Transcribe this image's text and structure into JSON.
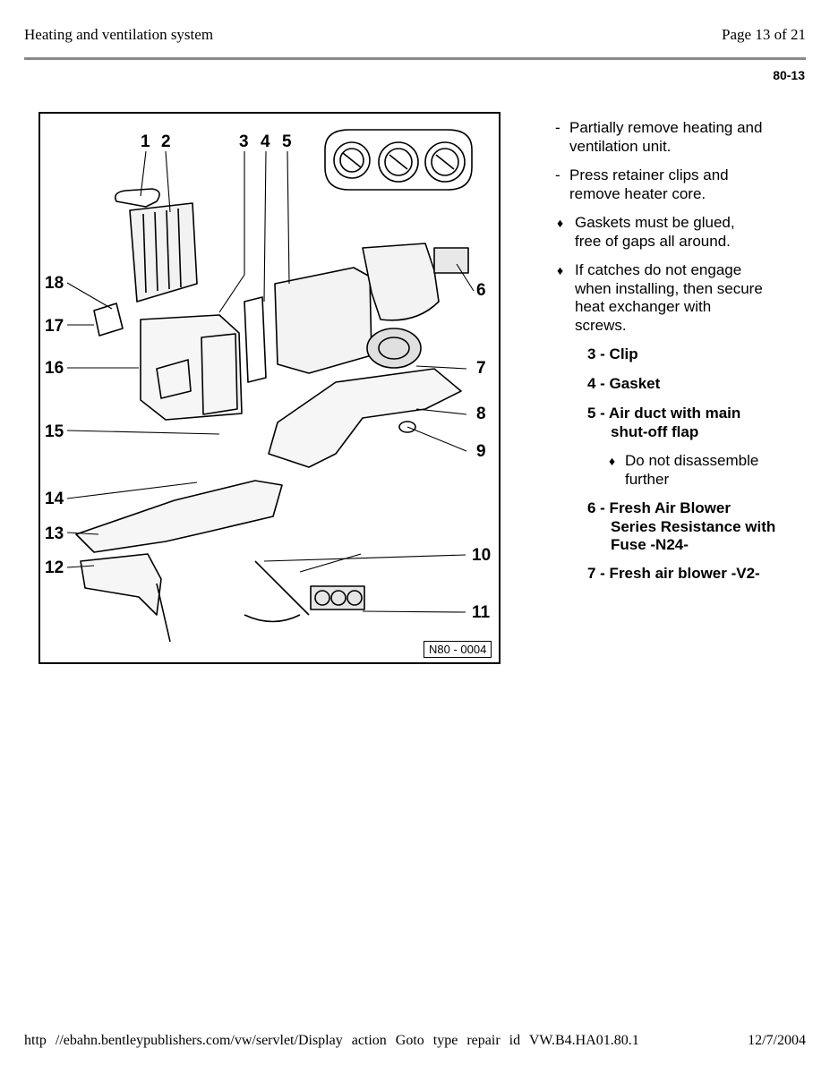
{
  "header": {
    "title": "Heating and ventilation system",
    "page": "Page 13 of 21",
    "section_code": "80-13"
  },
  "figure": {
    "code": "N80 - 0004",
    "callouts": [
      "1",
      "2",
      "3",
      "4",
      "5",
      "6",
      "7",
      "8",
      "9",
      "10",
      "11",
      "12",
      "13",
      "14",
      "15",
      "16",
      "17",
      "18"
    ]
  },
  "notes": {
    "n1_mark": "-",
    "n1_line1": "Partially remove heating and",
    "n1_line2": "ventilation unit.",
    "n2_mark": "-",
    "n2_line1": "Press retainer clips and",
    "n2_line2": "remove heater core.",
    "n3_mark": "♦",
    "n3_line1": "Gaskets must be glued,",
    "n3_line2": "free of gaps all around.",
    "n4_mark": "♦",
    "n4_line1": "If catches do not engage",
    "n4_line2": "when installing, then secure",
    "n4_line3": "heat exchanger with",
    "n4_line4": "screws.",
    "i3": "3 - Clip",
    "i4": "4 - Gasket",
    "i5_line1": "5 - Air duct with main",
    "i5_line2": "shut-off flap",
    "i5_sub_mark": "♦",
    "i5_sub_line1": "Do not disassemble",
    "i5_sub_line2": "further",
    "i6_line1": "6 - Fresh Air Blower",
    "i6_line2": "Series Resistance with",
    "i6_line3": "Fuse -N24-",
    "i7": "7 - Fresh air blower -V2-"
  },
  "footer": {
    "url": "http //ebahn.bentleypublishers.com/vw/servlet/Display action Goto type repair id VW.B4.HA01.80.1",
    "date": "12/7/2004"
  }
}
